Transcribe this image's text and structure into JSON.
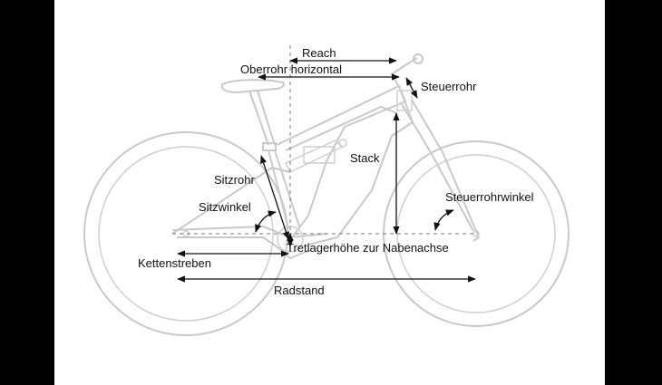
{
  "labels": {
    "reach": "Reach",
    "oberrohr": "Oberrohr horizontal",
    "steuerrohr": "Steuerrohr",
    "stack": "Stack",
    "sitzrohr": "Sitzrohr",
    "sitzwinkel": "Sitzwinkel",
    "steuerrohrwinkel": "Steuerrohrwinkel",
    "tretlager": "Tretlagerhöhe zur Nabenachse",
    "kettenstreben": "Kettenstreben",
    "radstand": "Radstand"
  },
  "colors": {
    "outer_background": "#000000",
    "canvas_background": "#ffffff",
    "bike_lines": "#c9c9c9",
    "dimension_lines": "#111111"
  }
}
